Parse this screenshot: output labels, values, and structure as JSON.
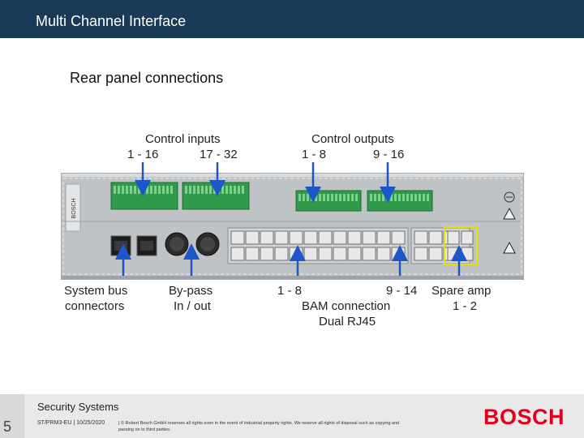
{
  "header": {
    "title": "Multi Channel Interface"
  },
  "slide": {
    "subtitle": "Rear panel connections"
  },
  "labels": {
    "control_inputs": "Control inputs",
    "ci_range_a": "1 - 16",
    "ci_range_b": "17 - 32",
    "control_outputs": "Control outputs",
    "co_range_a": "1 - 8",
    "co_range_b": "9 - 16",
    "system_bus_1": "System bus",
    "system_bus_2": "connectors",
    "bypass_1": "By-pass",
    "bypass_2": "In / out",
    "bam_range_a": "1 - 8",
    "bam_range_b": "9 - 14",
    "bam_1": "BAM connection",
    "bam_2": "Dual RJ45",
    "spare_1": "Spare amp",
    "spare_2": "1 - 2"
  },
  "device": {
    "brand_badge": "BOSCH"
  },
  "footer": {
    "page_number": "5",
    "company": "Security Systems",
    "meta": "ST/PRM3-EU | 10/25/2020",
    "legal": "| © Robert Bosch GmbH reserves all rights even in the event of industrial property rights. We reserve all rights of disposal such as copying and passing on to third parties.",
    "brand": "BOSCH"
  },
  "colors": {
    "title_bar": "#1b3a57",
    "arrow": "#1c56c8",
    "brand": "#e0001b",
    "terminal": "#2e9a4a",
    "highlight": "#e8e000"
  }
}
